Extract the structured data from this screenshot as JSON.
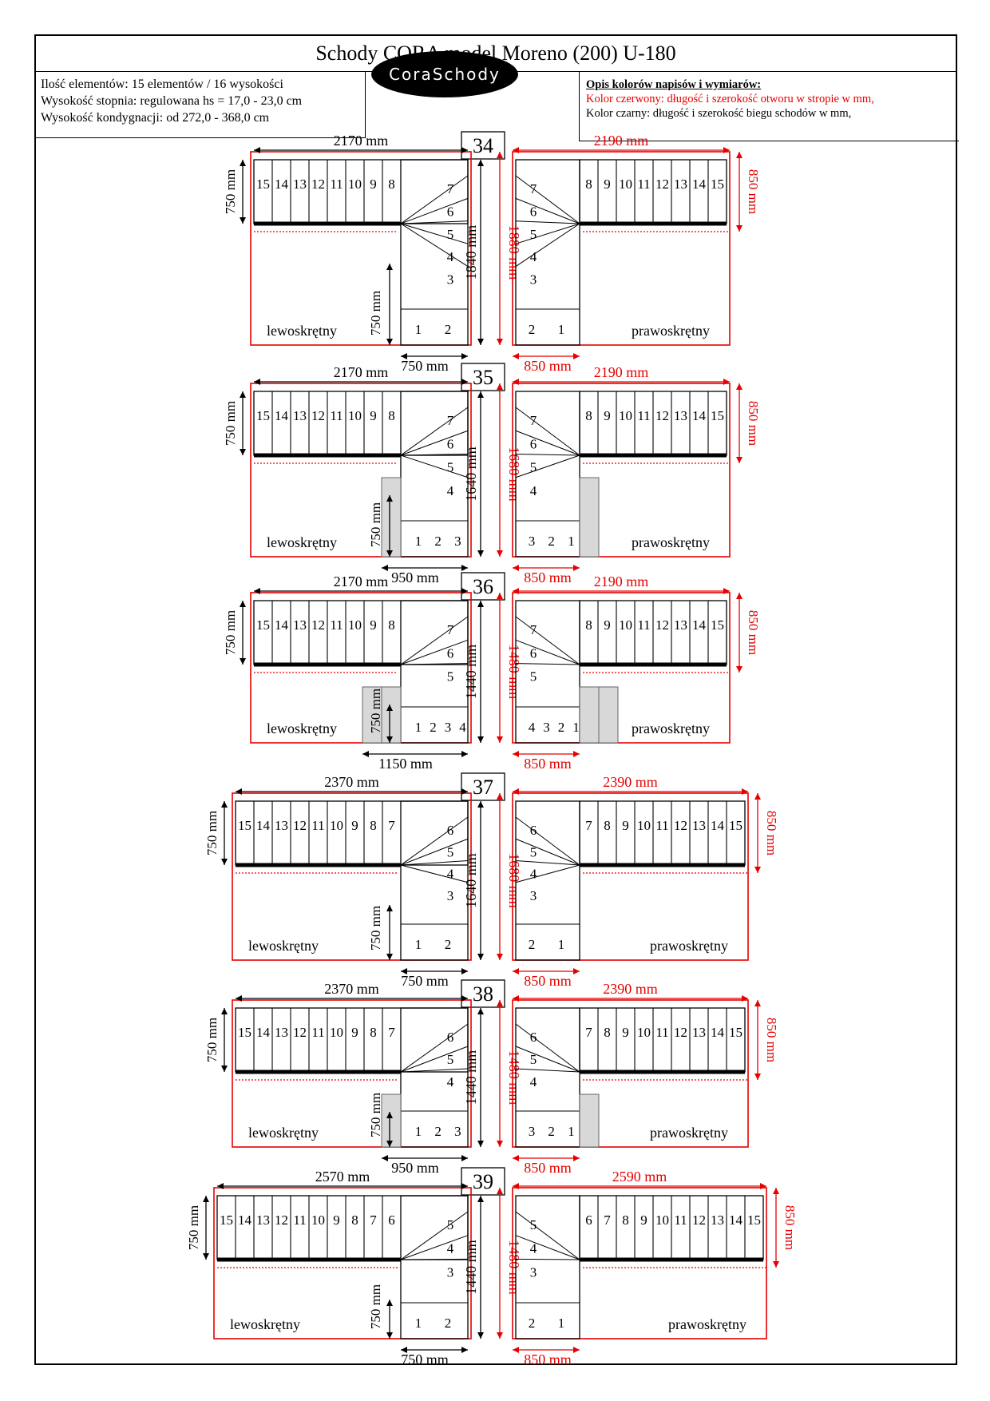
{
  "title": "Schody CORA model Moreno (200) U-180",
  "info": {
    "line1": "Ilość elementów: 15 elementów / 16 wysokości",
    "line2": "Wysokość stopnia: regulowana  hs = 17,0 - 23,0 cm",
    "line3": "Wysokość kondygnacji: od 272,0 - 368,0 cm"
  },
  "logo": "CoraSchody",
  "legend": {
    "heading": "Opis kolorów napisów i wymiarów:",
    "red": "Kolor czerwony: długość i szerokość otworu w stropie w mm,",
    "black": "Kolor czarny: długość i szerokość biegu schodów w mm,"
  },
  "colors": {
    "red": "#e60000",
    "black": "#000000",
    "grey": "#d8d8d8"
  },
  "labels": {
    "left": "lewoskrętny",
    "right": "prawoskrętny"
  },
  "variants": [
    {
      "number": "34",
      "left_length": "2170 mm",
      "right_length": "2190 mm",
      "width_left": "750 mm",
      "width_right": "850 mm",
      "depth_black": "1840 mm",
      "depth_red": "1880 mm",
      "inner_height": "750 mm",
      "bottom_left": "750 mm",
      "bottom_right": "850 mm",
      "steps_straight": [
        "15",
        "14",
        "13",
        "12",
        "11",
        "10",
        "9",
        "8"
      ],
      "steps_turn": [
        "7",
        "6",
        "5",
        "4",
        "3"
      ],
      "steps_start": [
        "1",
        "2"
      ],
      "grey_steps": 0
    },
    {
      "number": "35",
      "left_length": "2170 mm",
      "right_length": "2190 mm",
      "width_left": "750 mm",
      "width_right": "850 mm",
      "depth_black": "1640 mm",
      "depth_red": "1680 mm",
      "inner_height": "750 mm",
      "bottom_left": "950 mm",
      "bottom_right": "850 mm",
      "steps_straight": [
        "15",
        "14",
        "13",
        "12",
        "11",
        "10",
        "9",
        "8"
      ],
      "steps_turn": [
        "7",
        "6",
        "5",
        "4"
      ],
      "steps_start": [
        "1",
        "2",
        "3"
      ],
      "grey_steps": 1
    },
    {
      "number": "36",
      "left_length": "2170 mm",
      "right_length": "2190 mm",
      "width_left": "750 mm",
      "width_right": "850 mm",
      "depth_black": "1440 mm",
      "depth_red": "1480 mm",
      "inner_height": "750 mm",
      "bottom_left": "1150 mm",
      "bottom_right": "850 mm",
      "steps_straight": [
        "15",
        "14",
        "13",
        "12",
        "11",
        "10",
        "9",
        "8"
      ],
      "steps_turn": [
        "7",
        "6",
        "5"
      ],
      "steps_start": [
        "1",
        "2",
        "3",
        "4"
      ],
      "grey_steps": 2
    },
    {
      "number": "37",
      "left_length": "2370 mm",
      "right_length": "2390 mm",
      "width_left": "750 mm",
      "width_right": "850 mm",
      "depth_black": "1640 mm",
      "depth_red": "1680 mm",
      "inner_height": "750 mm",
      "bottom_left": "750 mm",
      "bottom_right": "850 mm",
      "steps_straight": [
        "15",
        "14",
        "13",
        "12",
        "11",
        "10",
        "9",
        "8",
        "7"
      ],
      "steps_turn": [
        "6",
        "5",
        "4",
        "3"
      ],
      "steps_start": [
        "1",
        "2"
      ],
      "grey_steps": 0
    },
    {
      "number": "38",
      "left_length": "2370 mm",
      "right_length": "2390 mm",
      "width_left": "750 mm",
      "width_right": "850 mm",
      "depth_black": "1440 mm",
      "depth_red": "1480 mm",
      "inner_height": "750 mm",
      "bottom_left": "950 mm",
      "bottom_right": "850 mm",
      "steps_straight": [
        "15",
        "14",
        "13",
        "12",
        "11",
        "10",
        "9",
        "8",
        "7"
      ],
      "steps_turn": [
        "6",
        "5",
        "4"
      ],
      "steps_start": [
        "1",
        "2",
        "3"
      ],
      "grey_steps": 1
    },
    {
      "number": "39",
      "left_length": "2570 mm",
      "right_length": "2590 mm",
      "width_left": "750 mm",
      "width_right": "850 mm",
      "depth_black": "1440 mm",
      "depth_red": "1480 mm",
      "inner_height": "750 mm",
      "bottom_left": "750 mm",
      "bottom_right": "850 mm",
      "steps_straight": [
        "15",
        "14",
        "13",
        "12",
        "11",
        "10",
        "9",
        "8",
        "7",
        "6"
      ],
      "steps_turn": [
        "5",
        "4",
        "3"
      ],
      "steps_start": [
        "1",
        "2"
      ],
      "grey_steps": 0
    }
  ]
}
